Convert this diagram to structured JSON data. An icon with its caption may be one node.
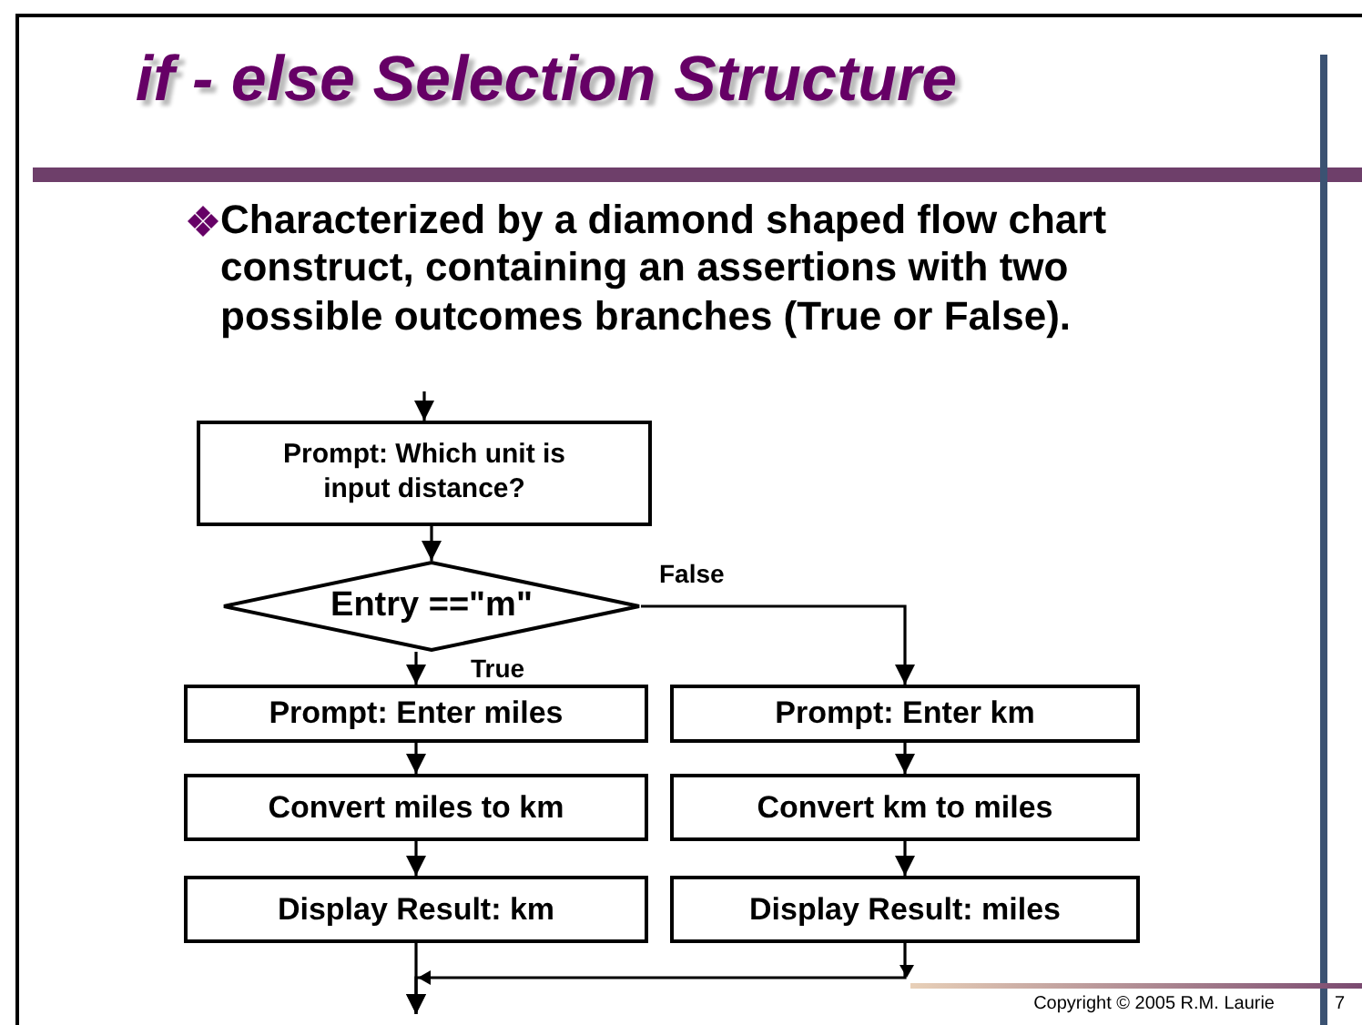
{
  "diagram": {
    "title": "if - else Selection Structure",
    "nodes": [
      {
        "text": [
          "Prompt: Which unit is input distance?"
        ]
      },
      {
        "text": [
          "Entry ==\"m\""
        ]
      },
      {
        "text": [
          "Prompt: Enter miles"
        ]
      },
      {
        "text": [
          "Prompt: Enter km"
        ]
      },
      {
        "text": [
          "Convert miles to km"
        ]
      },
      {
        "text": [
          "Convert km to miles"
        ]
      },
      {
        "text": [
          "Display Result: km"
        ]
      },
      {
        "text": [
          "Display Result: miles"
        ]
      }
    ],
    "edges": [
      {
        "from": null,
        "to": 0,
        "arrow": "to"
      },
      {
        "from": 0,
        "to": 1,
        "arrow": "to"
      },
      {
        "from": 1,
        "to": 2,
        "arrow": "to",
        "label": "True"
      },
      {
        "from": 1,
        "to": 3,
        "arrow": "to",
        "label": "False"
      },
      {
        "from": 2,
        "to": 4,
        "arrow": "to"
      },
      {
        "from": 4,
        "to": 6,
        "arrow": "to"
      },
      {
        "from": 3,
        "to": 5,
        "arrow": "to"
      },
      {
        "from": 5,
        "to": 7,
        "arrow": "to"
      },
      {
        "from": 6,
        "to": null,
        "arrow": "to"
      },
      {
        "from": 7,
        "to": null,
        "arrow": "to"
      }
    ],
    "labels": [
      "Characterized by a diamond shaped flow chart construct, containing an assertions with two possible outcomes branches (True or False).",
      "Copyright © 2005  R.M. Laurie",
      "7"
    ]
  }
}
